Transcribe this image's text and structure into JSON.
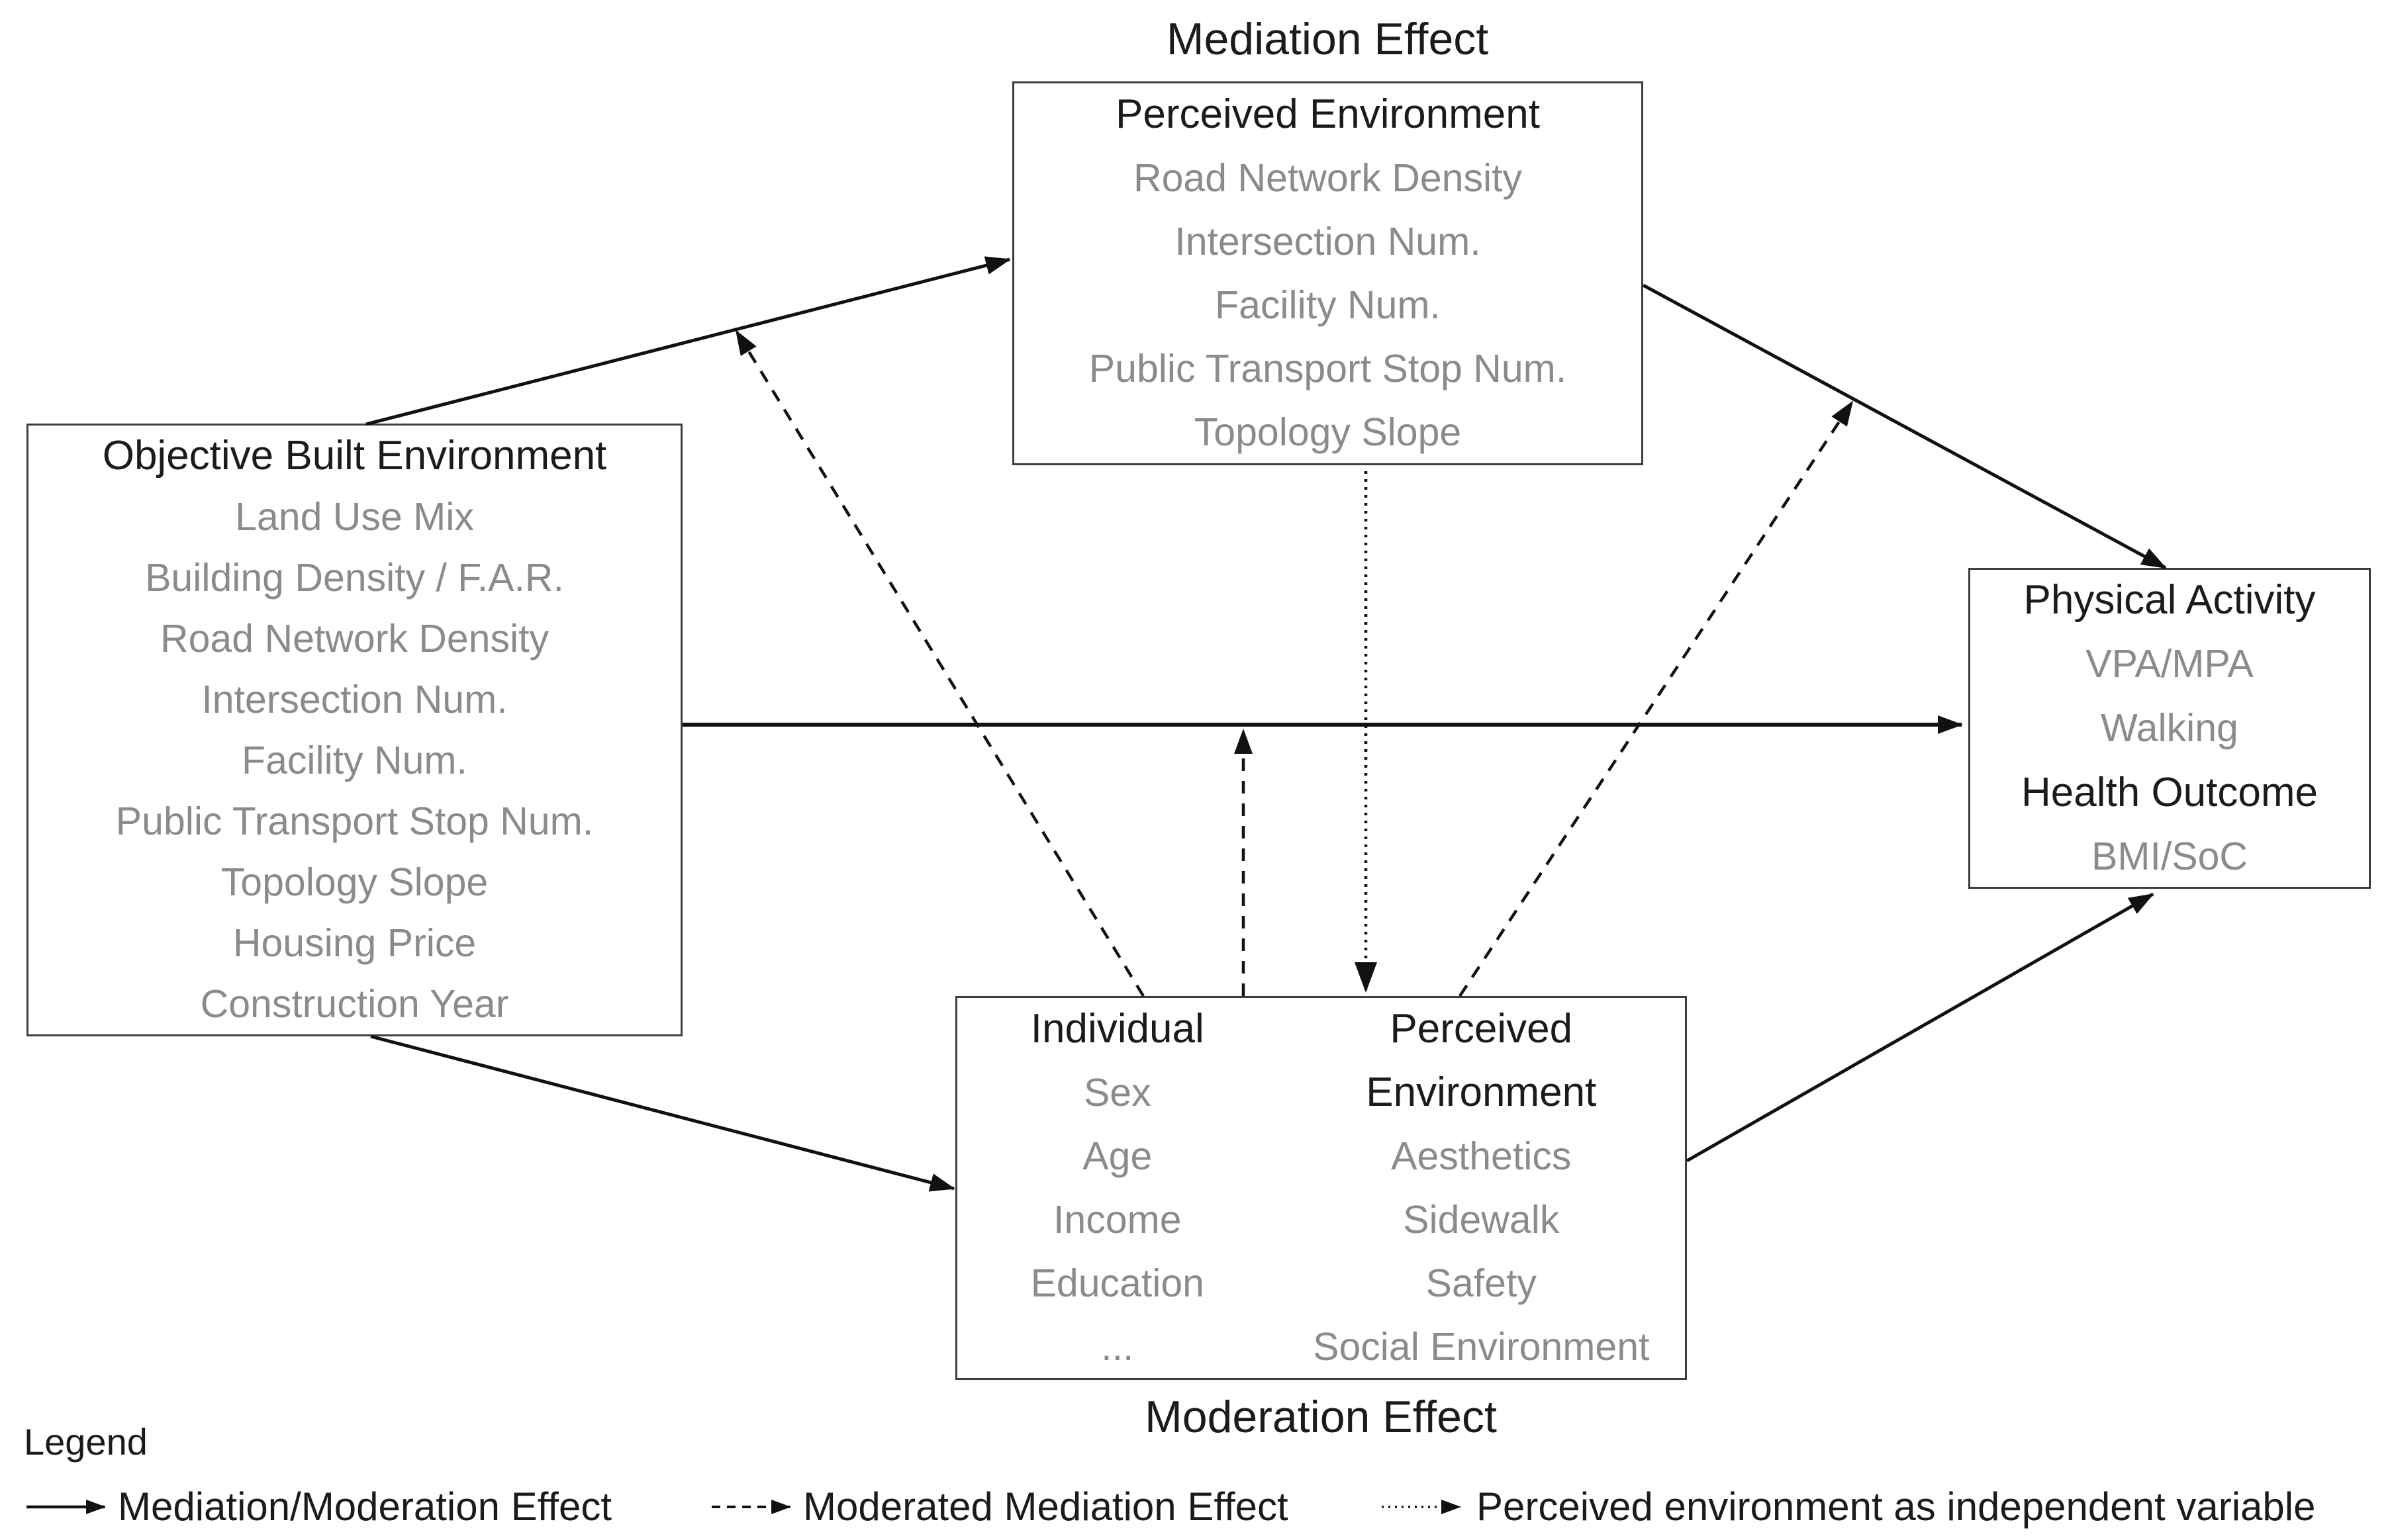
{
  "diagram": {
    "title_top": "Mediation Effect",
    "title_bottom": "Moderation Effect",
    "boxes": {
      "perceived": {
        "heading": "Perceived Environment",
        "items": [
          "Road Network Density",
          "Intersection Num.",
          "Facility Num.",
          "Public Transport Stop Num.",
          "Topology Slope"
        ]
      },
      "objective": {
        "heading": "Objective Built Environment",
        "items": [
          "Land Use Mix",
          "Building Density / F.A.R.",
          "Road Network Density",
          "Intersection Num.",
          "Facility Num.",
          "Public Transport Stop Num.",
          "Topology Slope",
          "Housing Price",
          "Construction Year"
        ]
      },
      "outcome": {
        "items": [
          "Physical Activity",
          "VPA/MPA",
          "Walking",
          "Health Outcome",
          "BMI/SoC"
        ]
      },
      "moderators": {
        "col1": {
          "rows": [
            "Individual",
            "Sex",
            "Age",
            "Income",
            "Education",
            "..."
          ]
        },
        "col2": {
          "rows": [
            "Perceived",
            "Environment",
            "Aesthetics",
            "Sidewalk",
            "Safety",
            "Social Environment"
          ]
        }
      }
    },
    "legend": {
      "label": "Legend",
      "entries": [
        {
          "style": "solid-arrow",
          "label": "Mediation/Moderation Effect"
        },
        {
          "style": "dashed-arrow",
          "label": "Moderated Mediation Effect"
        },
        {
          "style": "dotted-arrow",
          "label": "Perceived environment as independent variable"
        }
      ]
    },
    "colors": {
      "text": "#1b1b1b",
      "muted_text": "#8b8b8b",
      "line": "#111111",
      "border": "#3d3d3d",
      "background": "#ffffff"
    }
  }
}
